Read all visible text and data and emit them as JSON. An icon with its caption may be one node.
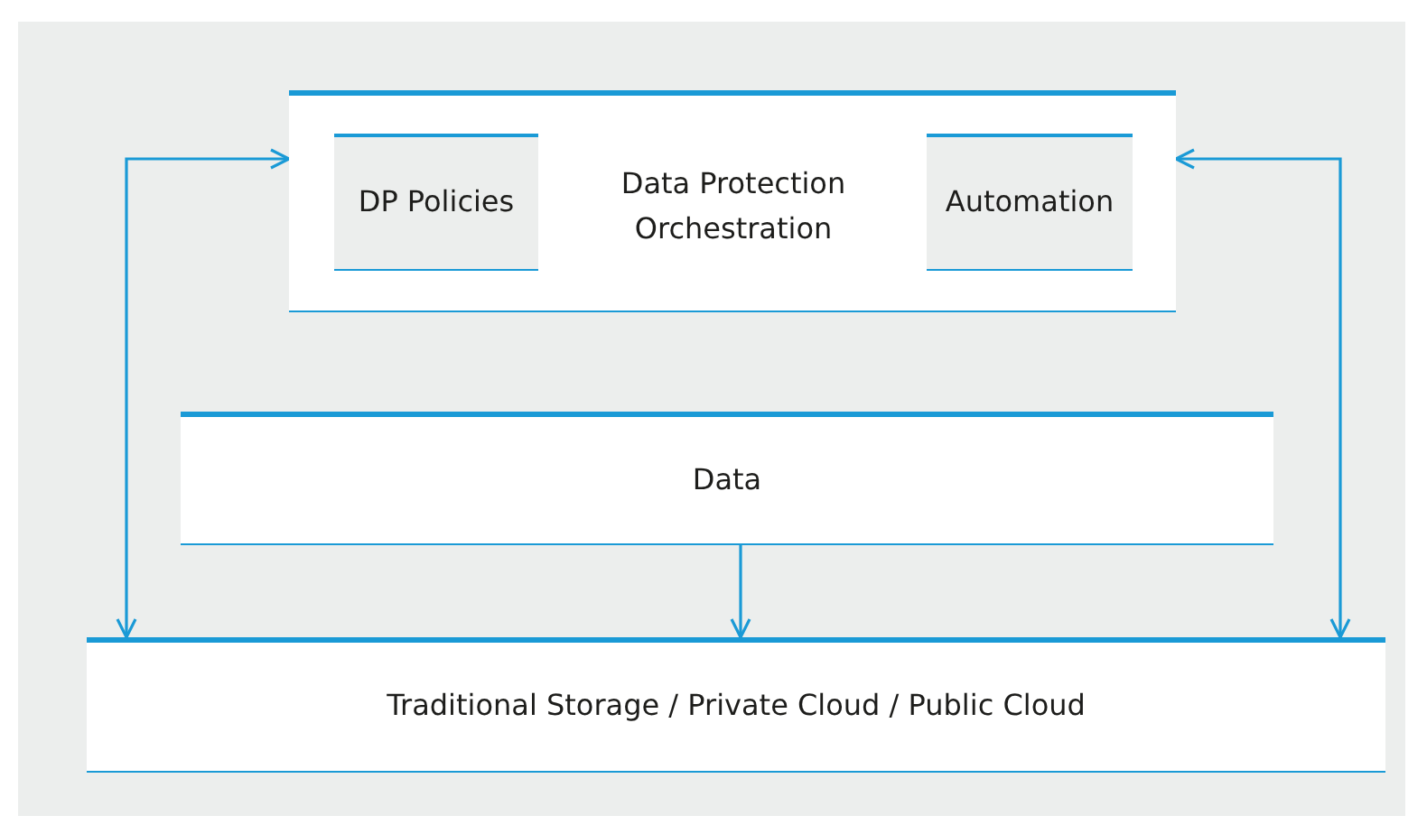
{
  "diagram": {
    "nodes": [
      {
        "text": [
          "Data Protection Orchestration"
        ]
      },
      {
        "text": [
          "DP Policies"
        ],
        "in": 0
      },
      {
        "text": [
          "Automation"
        ],
        "in": 0
      },
      {
        "text": [
          "Data"
        ]
      },
      {
        "text": [
          "Traditional Storage / Private Cloud / Public Cloud"
        ]
      }
    ],
    "edges": [
      {
        "from": 0,
        "to": 4,
        "arrow": "both"
      },
      {
        "from": 0,
        "to": 4,
        "arrow": "both"
      },
      {
        "from": 3,
        "to": 4,
        "arrow": "to"
      }
    ]
  }
}
